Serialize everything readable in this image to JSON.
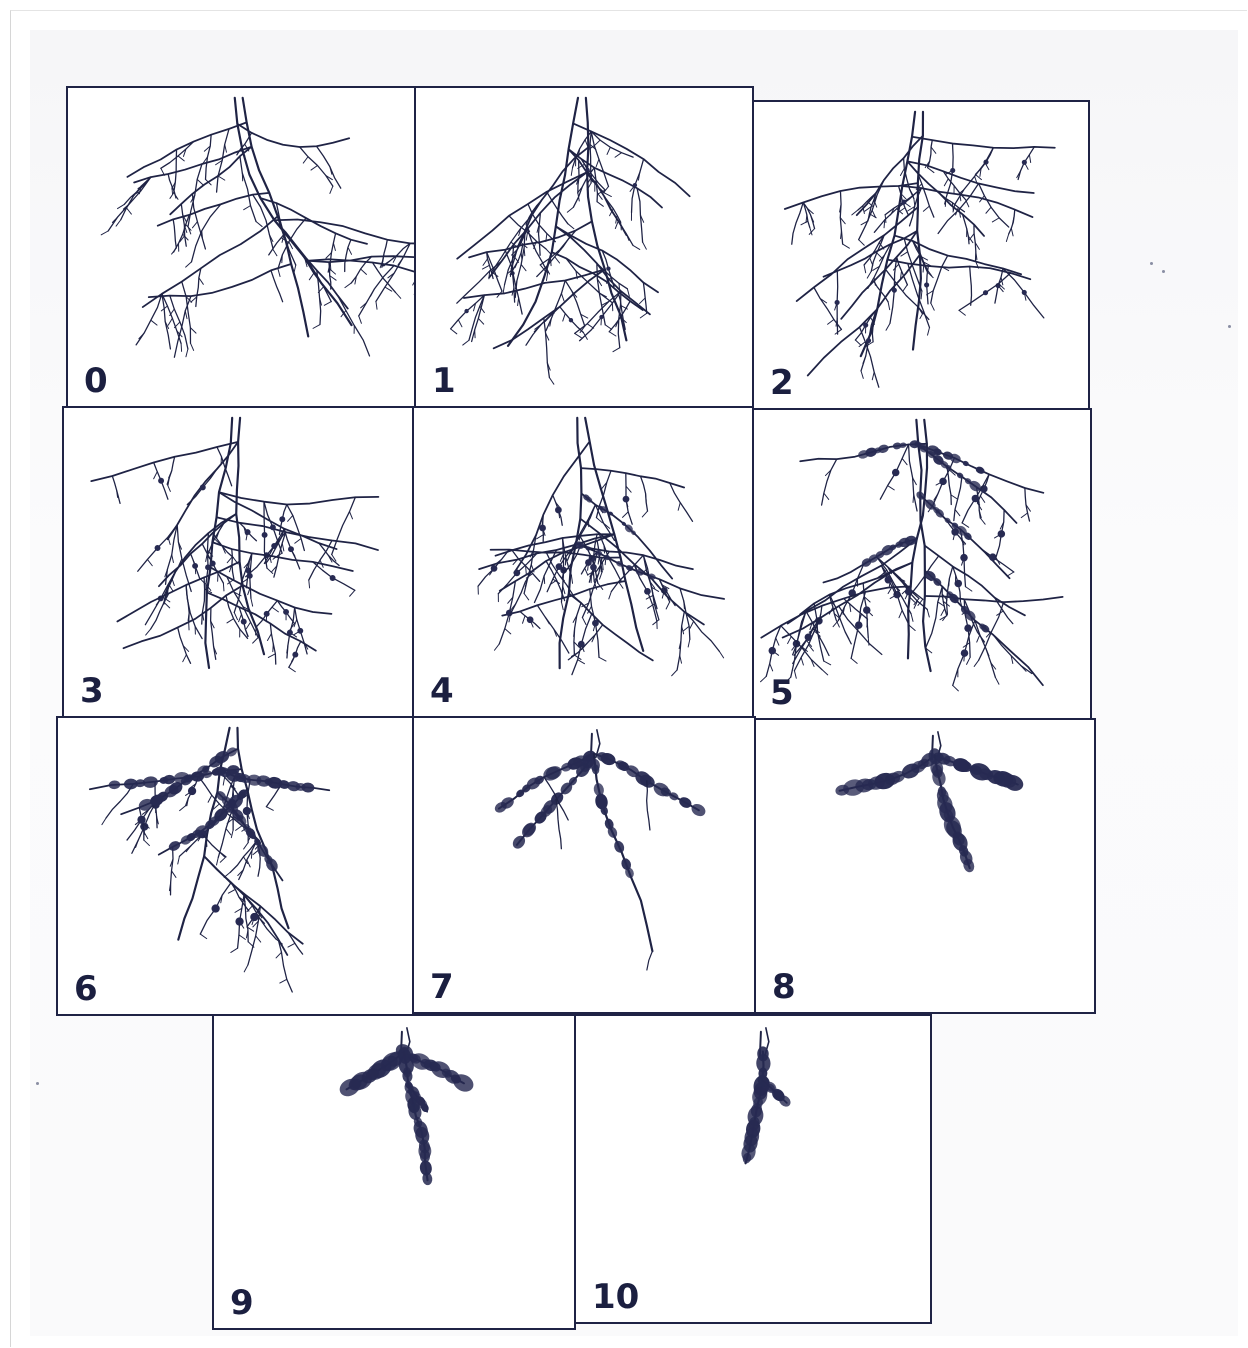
{
  "scale": {
    "panels": [
      {
        "label": "0",
        "gall_level": 0
      },
      {
        "label": "1",
        "gall_level": 1
      },
      {
        "label": "2",
        "gall_level": 2
      },
      {
        "label": "3",
        "gall_level": 3
      },
      {
        "label": "4",
        "gall_level": 4
      },
      {
        "label": "5",
        "gall_level": 5
      },
      {
        "label": "6",
        "gall_level": 6
      },
      {
        "label": "7",
        "gall_level": 7
      },
      {
        "label": "8",
        "gall_level": 8
      },
      {
        "label": "9",
        "gall_level": 9
      },
      {
        "label": "10",
        "gall_level": 10
      }
    ]
  },
  "colors": {
    "ink": "#1f2345",
    "gall": "#272a52"
  }
}
